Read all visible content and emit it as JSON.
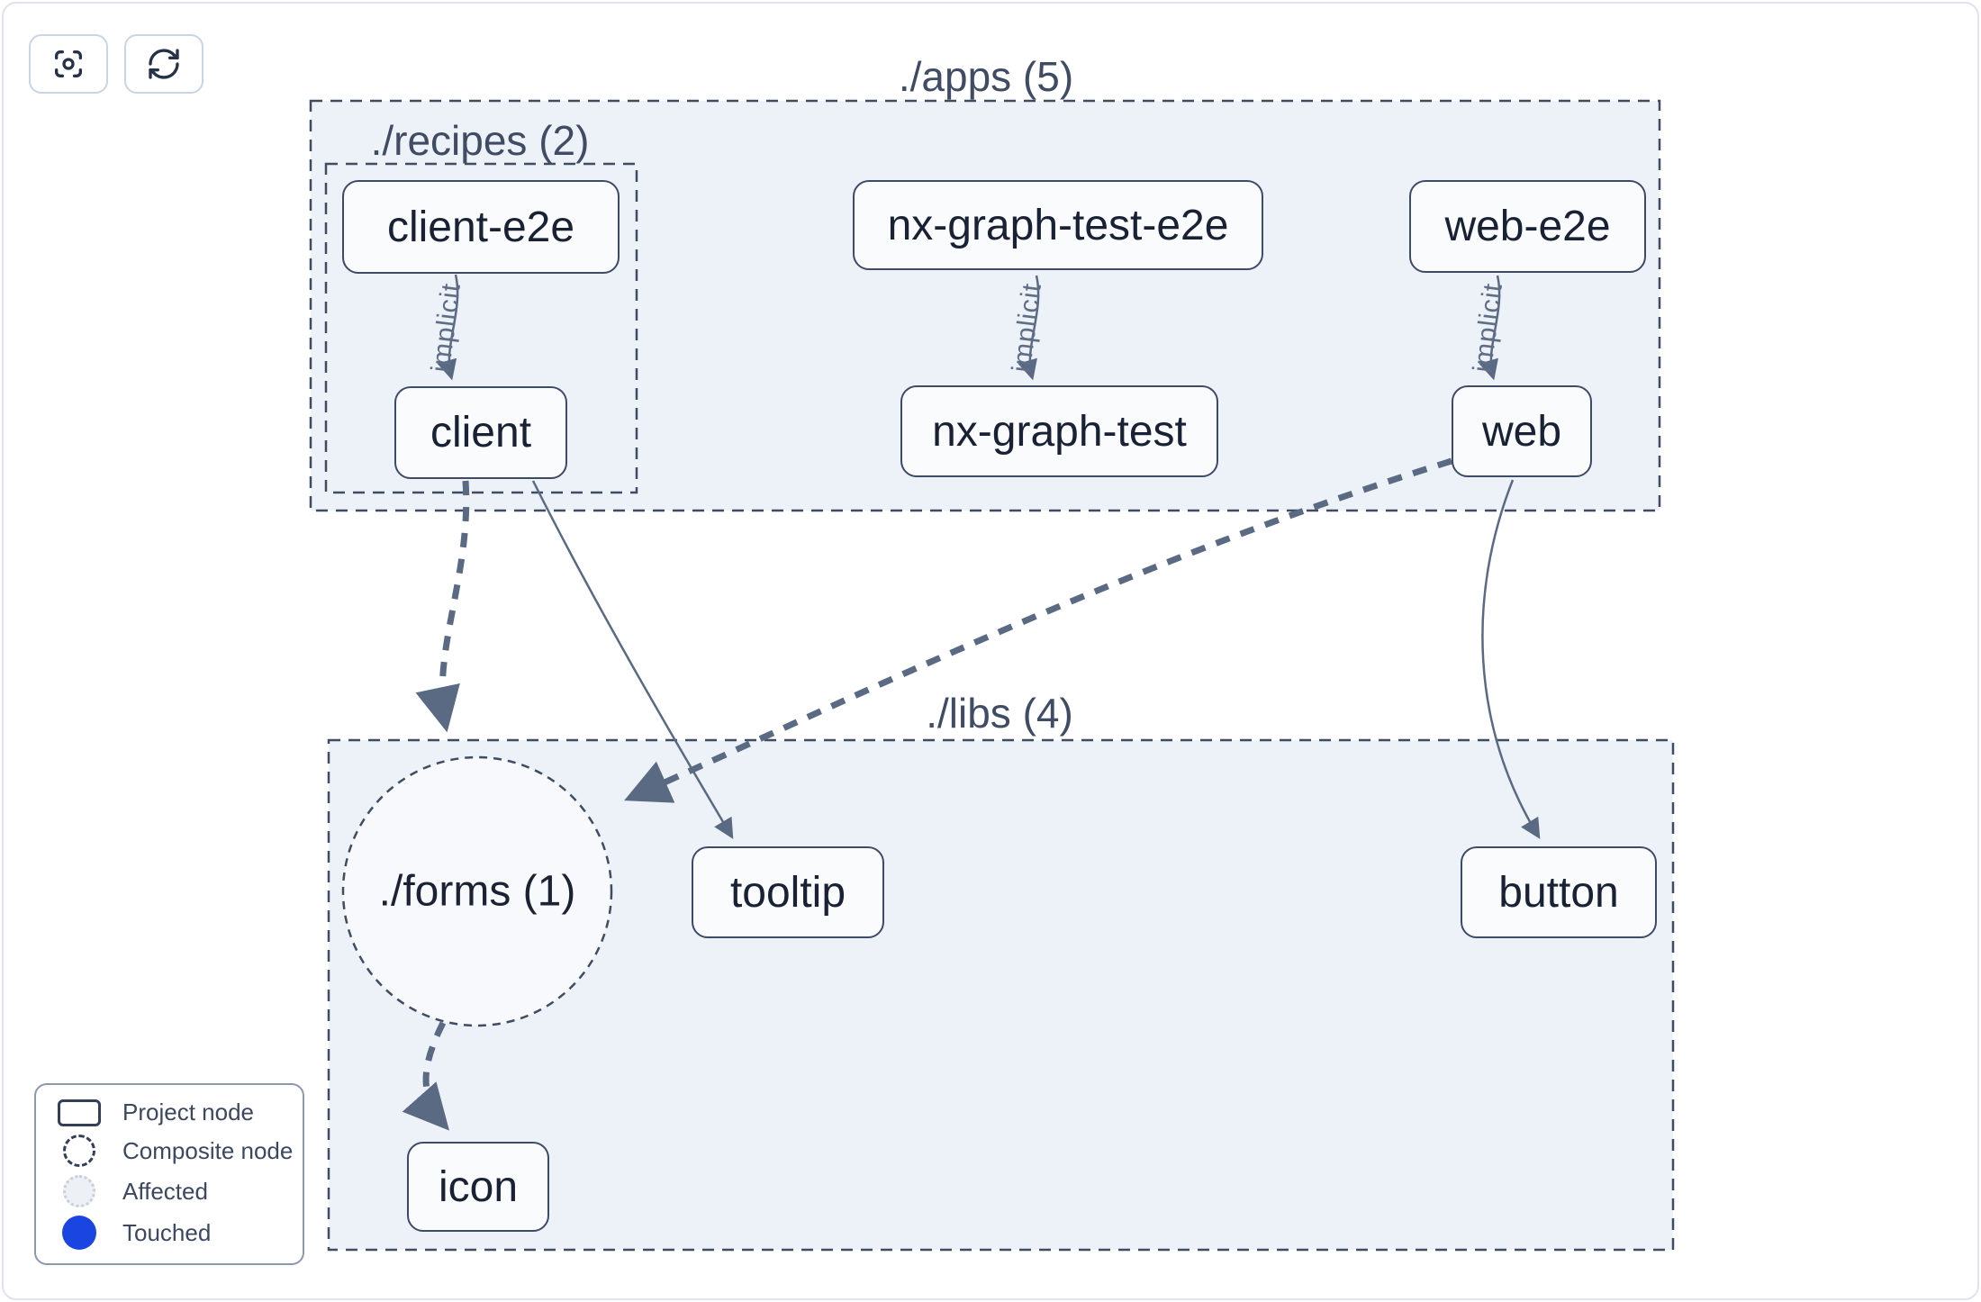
{
  "toolbar": {
    "buttons": [
      {
        "icon": "focus-icon"
      },
      {
        "icon": "refresh-icon"
      }
    ]
  },
  "graph": {
    "containers": [
      {
        "id": "apps",
        "label": "./apps (5)"
      },
      {
        "id": "recipes",
        "label": "./recipes (2)"
      },
      {
        "id": "libs",
        "label": "./libs (4)"
      }
    ],
    "composite": {
      "id": "forms",
      "label": "./forms (1)"
    },
    "nodes": [
      {
        "id": "client-e2e",
        "label": "client-e2e"
      },
      {
        "id": "nx-graph-test-e2e",
        "label": "nx-graph-test-e2e"
      },
      {
        "id": "web-e2e",
        "label": "web-e2e"
      },
      {
        "id": "client",
        "label": "client"
      },
      {
        "id": "nx-graph-test",
        "label": "nx-graph-test"
      },
      {
        "id": "web",
        "label": "web"
      },
      {
        "id": "tooltip",
        "label": "tooltip"
      },
      {
        "id": "button",
        "label": "button"
      },
      {
        "id": "icon",
        "label": "icon"
      }
    ],
    "edges": [
      {
        "from": "client-e2e",
        "to": "client",
        "label": "implicit",
        "style": "solid-thin"
      },
      {
        "from": "nx-graph-test-e2e",
        "to": "nx-graph-test",
        "label": "implicit",
        "style": "solid-thin"
      },
      {
        "from": "web-e2e",
        "to": "web",
        "label": "implicit",
        "style": "solid-thin"
      },
      {
        "from": "client",
        "to": "./forms",
        "style": "dashed-thick"
      },
      {
        "from": "web",
        "to": "./forms",
        "style": "dashed-thick"
      },
      {
        "from": "./forms",
        "to": "icon",
        "style": "dashed-thick"
      },
      {
        "from": "client",
        "to": "tooltip",
        "style": "solid-thin"
      },
      {
        "from": "web",
        "to": "button",
        "style": "solid-thin"
      }
    ]
  },
  "legend": {
    "items": [
      {
        "swatch": "project-node",
        "label": "Project node"
      },
      {
        "swatch": "composite-node",
        "label": "Composite node"
      },
      {
        "swatch": "affected",
        "label": "Affected"
      },
      {
        "swatch": "touched",
        "label": "Touched"
      }
    ]
  },
  "colors": {
    "container_fill": "#edf1f8",
    "container_border": "#3f4d63",
    "node_fill": "#fafbfd",
    "node_border": "#3e4b66",
    "node_text": "#192134",
    "edge": "#5b6a83",
    "container_label_text": "#3f4c63",
    "touched_blue": "#1b45e0",
    "affected_fill": "#edf0f5"
  }
}
